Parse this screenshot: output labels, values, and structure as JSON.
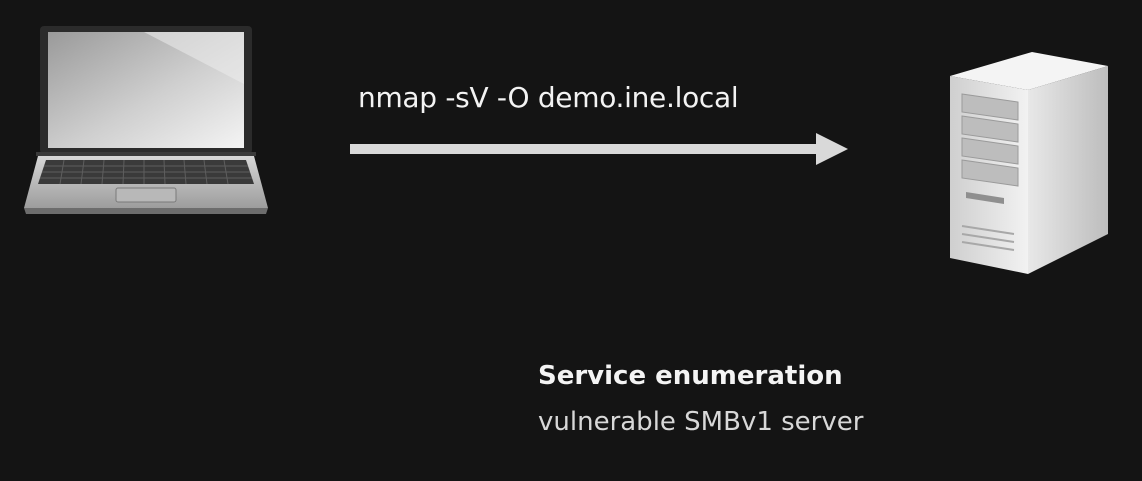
{
  "flow": {
    "command": "nmap -sV -O demo.ine.local",
    "source_icon": "laptop-icon",
    "target_icon": "server-tower-icon"
  },
  "caption": {
    "title": "Service enumeration",
    "subtitle": "vulnerable SMBv1 server"
  },
  "colors": {
    "background": "#141414",
    "text": "#f2f2f2",
    "arrow": "#d9d9d9"
  }
}
